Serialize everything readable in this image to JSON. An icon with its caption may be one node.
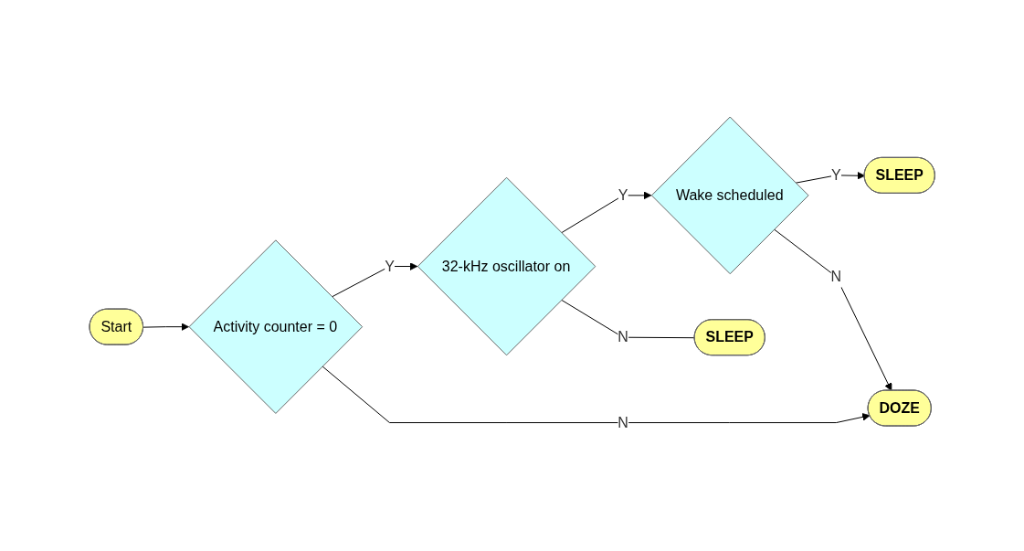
{
  "diagram": {
    "nodes": [
      {
        "text": [
          "Start"
        ]
      },
      {
        "text": [
          "Activity counter = 0"
        ]
      },
      {
        "text": [
          "32-kHz oscillator on"
        ]
      },
      {
        "text": [
          "Wake scheduled"
        ]
      },
      {
        "text": [
          "SLEEP"
        ]
      },
      {
        "text": [
          "SLEEP"
        ]
      },
      {
        "text": [
          "DOZE"
        ]
      }
    ],
    "edges": [
      {
        "from": 0,
        "to": 1,
        "arrow": "to"
      },
      {
        "from": 1,
        "to": 2,
        "arrow": "to",
        "label": "Y"
      },
      {
        "from": 2,
        "to": 3,
        "arrow": "to",
        "label": "Y"
      },
      {
        "from": 3,
        "to": 4,
        "arrow": "to",
        "label": "Y"
      },
      {
        "from": 2,
        "to": 5,
        "arrow": "none",
        "label": "N"
      },
      {
        "from": 1,
        "to": 6,
        "arrow": "to",
        "label": "N"
      },
      {
        "from": 3,
        "to": 6,
        "arrow": "to",
        "label": "N"
      }
    ]
  }
}
